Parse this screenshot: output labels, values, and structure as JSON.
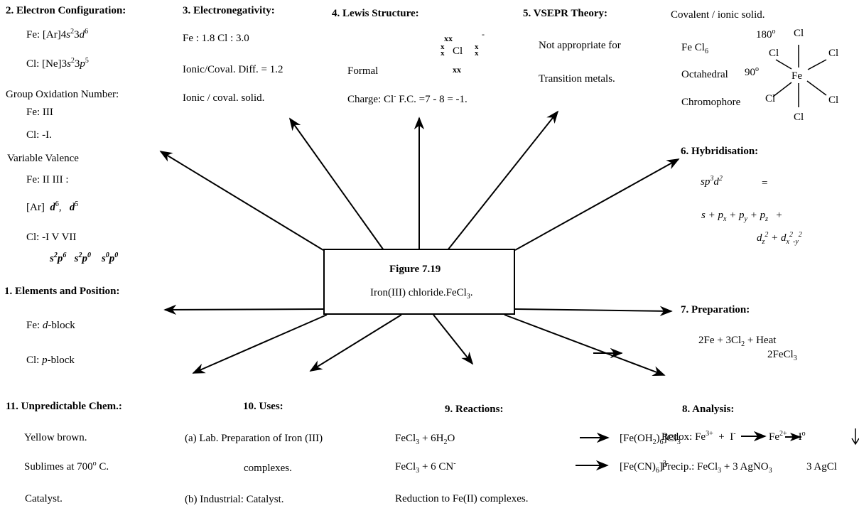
{
  "figure": {
    "title": "Figure 7.19",
    "subtitle": "Iron(III) chloride.FeCl"
  },
  "s2": {
    "heading": "2.  Electron  Configuration:",
    "fe_label": "Fe: [Ar]4",
    "cl_label": "Cl: [Ne]3",
    "group_ox": "Group Oxidation Number:",
    "fe_ox": "Fe:  III",
    "cl_ox": "Cl:  -I.",
    "var_val": "Variable Valence",
    "fe_vv": "Fe:  II     III   :",
    "ar": "[Ar]",
    "cl_vv": "Cl:  -I       V       VII"
  },
  "s1": {
    "heading": "1. Elements and Position:",
    "fe": "Fe: ",
    "fe_block": "d",
    "fe_rest": "-block",
    "cl": "Cl: ",
    "cl_block": "p",
    "cl_rest": "-block"
  },
  "s3": {
    "heading": "3.  Electronegativity:",
    "values": "Fe :  1.8    Cl :  3.0",
    "diff": "Ionic/Coval.   Diff. = 1.2",
    "solid": "Ionic / coval.  solid."
  },
  "s4": {
    "heading": "4.  Lewis  Structure:",
    "formal": "Formal",
    "charge": "Charge:   Cl",
    "fc": " F.C. =7 - 8 = -1.",
    "xx": "xx",
    "x": "x",
    "cl": "Cl",
    "minus": "-"
  },
  "s5": {
    "heading": "5.  VSEPR  Theory:",
    "line1": "Not  appropriate  for",
    "line2": "Transition  metals."
  },
  "s_oct": {
    "heading": "Covalent / ionic solid.",
    "fecl": "Fe Cl",
    "oct": "Octahedral",
    "chromo": "Chromophore",
    "angle180": "180",
    "angle90": "90",
    "cl": "Cl",
    "fe": "Fe"
  },
  "s6": {
    "heading": "6.  Hybridisation:",
    "eq": "="
  },
  "s7": {
    "heading": "7.  Preparation:",
    "line1": "2Fe + 3Cl",
    "heat": " +    Heat",
    "line2": "2FeCl"
  },
  "s8": {
    "heading": "8.  Analysis:",
    "redox": "Redox: Fe",
    "precip": "Precip.: FeCl",
    "precip2": " + 3 AgNO",
    "precip3": "3 AgCl"
  },
  "s9": {
    "heading": "9.     Reactions:",
    "r1a": "FeCl",
    "r1b": "  +   6H",
    "r1c": "O",
    "r1d": "[Fe(OH",
    "r1e": ")",
    "r1f": "]Cl",
    "r2a": "FeCl",
    "r2b": "  +  6 CN",
    "r2d": "[Fe(CN)",
    "r3": "Reduction to Fe(II) complexes."
  },
  "s10": {
    "heading": "10.   Uses:",
    "a": "(a)  Lab.  Preparation of  Iron (III)",
    "a2": "complexes.",
    "b": "(b) Industrial:   Catalyst."
  },
  "s11": {
    "heading": "11. Unpredictable  Chem.:",
    "l1": "Yellow brown.",
    "l2": "Sublimes at  700",
    "l2b": " C.",
    "l3": "Catalyst."
  }
}
